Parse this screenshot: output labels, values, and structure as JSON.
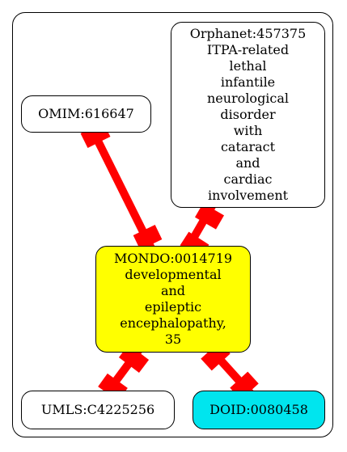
{
  "diagram": {
    "edge_color": "#ff0000",
    "nodes": {
      "omim": {
        "lines": [
          "OMIM:616647"
        ],
        "fill": "#ffffff"
      },
      "orphanet": {
        "lines": [
          "Orphanet:457375",
          "ITPA-related",
          "lethal",
          "infantile",
          "neurological",
          "disorder",
          "with",
          "cataract",
          "and",
          "cardiac",
          "involvement"
        ],
        "fill": "#ffffff"
      },
      "mondo": {
        "lines": [
          "MONDO:0014719",
          "developmental",
          "and",
          "epileptic",
          "encephalopathy,",
          "35"
        ],
        "fill": "#ffff00"
      },
      "umls": {
        "lines": [
          "UMLS:C4225256"
        ],
        "fill": "#ffffff"
      },
      "doid": {
        "lines": [
          "DOID:0080458"
        ],
        "fill": "#00e5ee"
      }
    },
    "edges": [
      {
        "from": "omim",
        "to": "mondo",
        "bidirectional": true
      },
      {
        "from": "orphanet",
        "to": "mondo",
        "bidirectional": true
      },
      {
        "from": "mondo",
        "to": "umls",
        "bidirectional": true
      },
      {
        "from": "mondo",
        "to": "doid",
        "bidirectional": true
      }
    ]
  }
}
